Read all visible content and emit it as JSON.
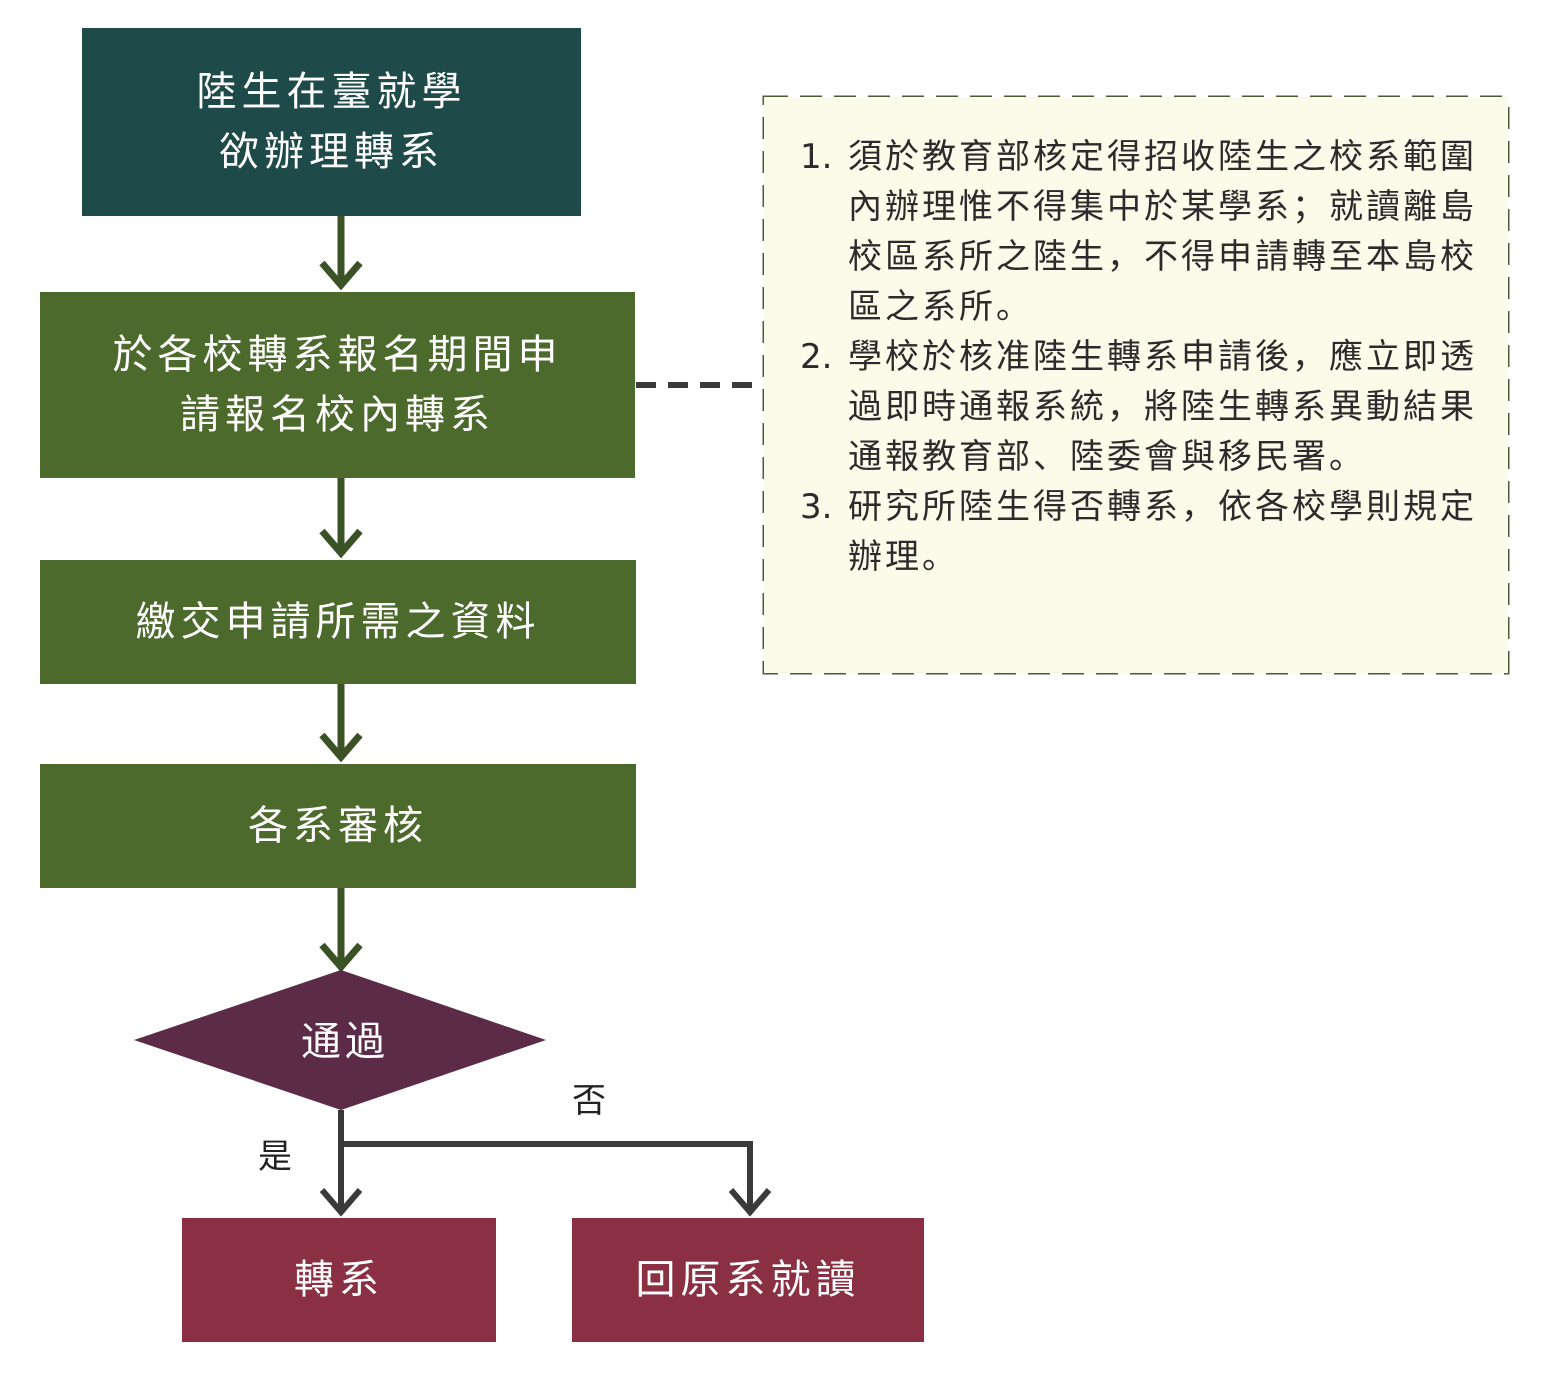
{
  "colors": {
    "start_box": "#1f4a4a",
    "process_box": "#4c6a2c",
    "decision": "#5c2b47",
    "result_box": "#8b2f43",
    "arrow": "#3a5226",
    "note_border": "#4f5a3c",
    "note_fill": "#fbfbea"
  },
  "flow": {
    "start": {
      "line1": "陸生在臺就學",
      "line2": "欲辦理轉系"
    },
    "apply": {
      "line1": "於各校轉系報名期間申",
      "line2": "請報名校內轉系"
    },
    "docs": {
      "label": "繳交申請所需之資料"
    },
    "review": {
      "label": "各系審核"
    },
    "decision": {
      "label": "通過",
      "yes": "是",
      "no": "否"
    },
    "transfer": {
      "label": "轉系"
    },
    "return": {
      "label": "回原系就讀"
    }
  },
  "notes": [
    {
      "num": "1.",
      "text": "須於教育部核定得招收陸生之校系範圍內辦理惟不得集中於某學系；就讀離島校區系所之陸生，不得申請轉至本島校區之系所。"
    },
    {
      "num": "2.",
      "text": "學校於核准陸生轉系申請後，應立即透過即時通報系統，將陸生轉系異動結果通報教育部、陸委會與移民署。"
    },
    {
      "num": "3.",
      "text": "研究所陸生得否轉系，依各校學則規定辦理。"
    }
  ]
}
